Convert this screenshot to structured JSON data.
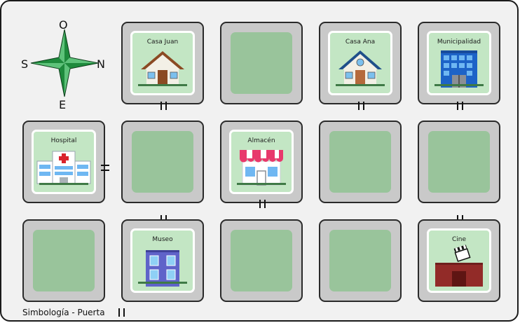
{
  "compass": {
    "north": "N",
    "south": "S",
    "east": "E",
    "west": "O"
  },
  "blocks": {
    "casa_juan": "Casa Juan",
    "casa_ana": "Casa Ana",
    "municipalidad": "Municipalidad",
    "hospital": "Hospital",
    "almacen": "Almacén",
    "museo": "Museo",
    "cine": "Cine"
  },
  "legend": {
    "label": "Simbología - Puerta"
  },
  "colors": {
    "board": "#f1f1f1",
    "block": "#c9c9c9",
    "empty_lot": "#99c49b",
    "building_lot": "#c3e6c4"
  }
}
